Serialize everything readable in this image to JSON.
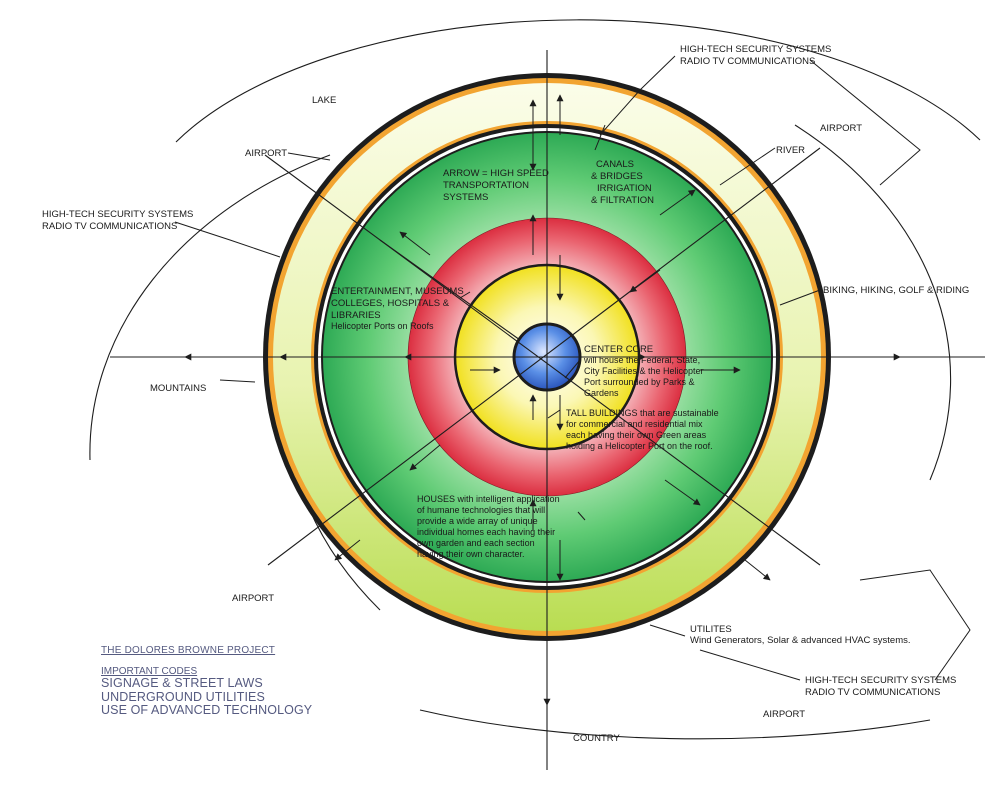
{
  "outer_labels": {
    "lake": "LAKE",
    "airport_top_left": "AIRPORT",
    "airport_right": "AIRPORT",
    "airport_bottom_left": "AIRPORT",
    "airport_bottom_right": "AIRPORT",
    "river": "RIVER",
    "mountains": "MOUNTAINS",
    "country": "COUNTRY",
    "biking": "BIKING, HIKING, GOLF & RIDING"
  },
  "security_top": [
    "HIGH-TECH SECURITY SYSTEMS",
    "RADIO TV COMMUNICATIONS"
  ],
  "security_left": [
    "HIGH-TECH SECURITY SYSTEMS",
    "RADIO TV COMMUNICATIONS"
  ],
  "security_bottom": [
    "HIGH-TECH SECURITY SYSTEMS",
    "RADIO TV COMMUNICATIONS"
  ],
  "utilities": [
    "UTILITES",
    "Wind Generators, Solar & advanced HVAC systems."
  ],
  "green_zone": {
    "arrow_note": [
      "ARROW = HIGH SPEED",
      "TRANSPORTATION",
      "SYSTEMS"
    ],
    "canals": [
      "CANALS",
      "& BRIDGES",
      "IRRIGATION",
      "& FILTRATION"
    ],
    "entertainment": [
      "ENTERTAINMENT, MUSEUMS",
      "COLLEGES, HOSPITALS &",
      "LIBRARIES",
      "Helicopter Ports on Roofs"
    ],
    "houses": [
      "HOUSES with intelligent application",
      "of humane technologies that will",
      "provide a wide array of unique",
      "individual homes each having their",
      "own garden and each section",
      "having their own character."
    ]
  },
  "center_core": [
    "CENTER CORE",
    "will house the Federal, State,",
    "City Facilities & the Helicopter",
    "Port surrounded by Parks &",
    "Gardens"
  ],
  "tall_buildings": [
    "TALL BUILDINGS that are sustainable",
    "for commercial and residential mix",
    "each having their own Green areas",
    "holding a Helicopter Port on the roof."
  ],
  "legend": {
    "project_title": "THE DOLORES BROWNE PROJECT",
    "codes_heading": "IMPORTANT CODES",
    "codes": [
      "SIGNAGE & STREET LAWS",
      "UNDERGROUND UTILITIES",
      "USE OF ADVANCED TECHNOLOGY"
    ]
  },
  "colors": {
    "ring_orange": "#f2a431",
    "ring_light_green": "#dcee9c",
    "zone_green": "#2fb358",
    "zone_red": "#e23a48",
    "zone_yellow": "#f3e528",
    "core_blue": "#2f6fd0",
    "line_dark": "#1d1d1d",
    "legend_text": "#555a80"
  }
}
